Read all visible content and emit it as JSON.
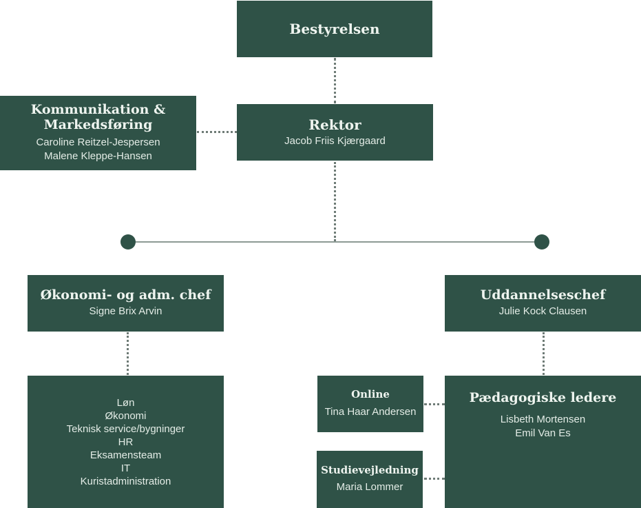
{
  "board": {
    "title": "Bestyrelsen"
  },
  "rector": {
    "title": "Rektor",
    "people": [
      "Jacob Friis Kjærgaard"
    ]
  },
  "communication": {
    "title_lines": [
      "Kommunikation &",
      "Markedsføring"
    ],
    "people": [
      "Caroline Reitzel-Jespersen",
      "Malene Kleppe-Hansen"
    ]
  },
  "finance": {
    "title": "Økonomi- og adm. chef",
    "people": [
      "Signe Brix Arvin"
    ]
  },
  "finance_units": {
    "items": [
      "Løn",
      "Økonomi",
      "Teknisk service/bygninger",
      "HR",
      "Eksamensteam",
      "IT",
      "Kuristadministration"
    ]
  },
  "education": {
    "title": "Uddannelseschef",
    "people": [
      "Julie Kock Clausen"
    ]
  },
  "pedagogical": {
    "title": "Pædagogiske ledere",
    "people": [
      "Lisbeth Mortensen",
      "Emil Van Es"
    ]
  },
  "online": {
    "title": "Online",
    "people": [
      "Tina Haar Andersen"
    ]
  },
  "guidance": {
    "title": "Studievejledning",
    "people": [
      "Maria Lommer"
    ]
  },
  "colors": {
    "box": "#2f5247",
    "text": "#e6efe9",
    "connector": "#6e7b76",
    "line": "#8c9a94"
  }
}
